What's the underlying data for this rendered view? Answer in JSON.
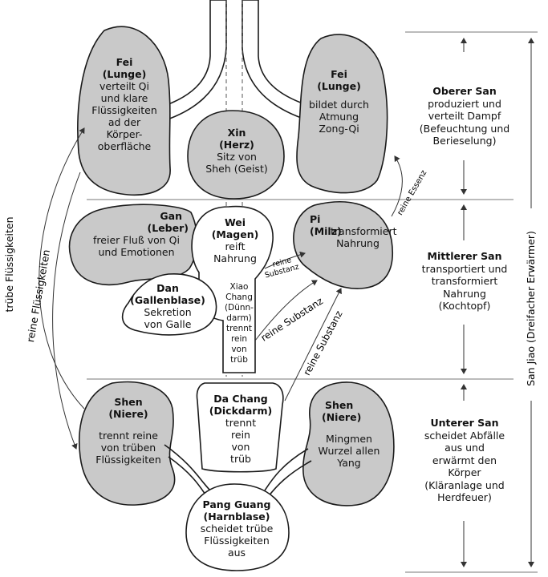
{
  "organs": {
    "fei_left": {
      "name": "Fei",
      "sub": "(Lunge)",
      "desc": [
        "verteilt Qi",
        "und klare",
        "Flüssigkeiten",
        "ad der",
        "Körper-",
        "oberfläche"
      ]
    },
    "fei_right": {
      "name": "Fei",
      "sub": "(Lunge)",
      "desc": [
        "bildet durch",
        "Atmung",
        "Zong-Qi"
      ]
    },
    "xin": {
      "name": "Xin",
      "sub": "(Herz)",
      "desc": [
        "Sitz von",
        "Sheh (Geist)"
      ]
    },
    "gan": {
      "name": "Gan",
      "sub": "(Leber)",
      "desc": [
        "freier Fluß von Qi",
        "und Emotionen"
      ]
    },
    "wei": {
      "name": "Wei",
      "sub": "(Magen)",
      "desc": [
        "reift",
        "Nahrung"
      ]
    },
    "pi": {
      "name": "Pi",
      "sub": "(Milz)",
      "desc": [
        "transformiert",
        "Nahrung"
      ]
    },
    "dan": {
      "name": "Dan",
      "sub": "(Gallenblase)",
      "desc": [
        "Sekretion",
        "von Galle"
      ]
    },
    "xiao_chang": {
      "lines": [
        "Xiao",
        "Chang",
        "(Dünn-",
        "darm)",
        "trennt",
        "rein",
        "von",
        "trüb"
      ]
    },
    "da_chang": {
      "name": "Da Chang",
      "sub": "(Dickdarm)",
      "desc": [
        "trennt",
        "rein",
        "von",
        "trüb"
      ]
    },
    "shen_left": {
      "name": "Shen",
      "sub": "(Niere)",
      "desc": [
        "trennt reine",
        "von trüben",
        "Flüssigkeiten"
      ]
    },
    "shen_right": {
      "name": "Shen",
      "sub": "(Niere)",
      "desc": [
        "Mingmen",
        "Wurzel allen",
        "Yang"
      ]
    },
    "pang_guang": {
      "name": "Pang Guang",
      "sub": "(Harnblase)",
      "desc": [
        "scheidet trübe",
        "Flüssigkeiten",
        "aus"
      ]
    }
  },
  "flows": {
    "truebe": "trübe Flüssigkeiten",
    "reine_fl": "reine Flüssigkeiten",
    "reine_essenz": "reine Essenz",
    "reine_substanz_small": [
      "reine",
      "Substanz"
    ],
    "reine_substanz_mid": "reine Substanz",
    "reine_substanz_low": "reine Substanz"
  },
  "san_jiao": {
    "oberer": {
      "title": "Oberer San",
      "desc": [
        "produziert und",
        "verteilt Dampf",
        "(Befeuchtung und",
        "Berieselung)"
      ]
    },
    "mittlerer": {
      "title": "Mittlerer San",
      "desc": [
        "transportiert und",
        "transformiert",
        "Nahrung",
        "(Kochtopf)"
      ]
    },
    "unterer": {
      "title": "Unterer San",
      "desc": [
        "scheidet Abfälle",
        "aus und",
        "erwärmt den",
        "Körper",
        "(Kläranlage und",
        "Herdfeuer)"
      ]
    },
    "vertical": "San Jiao (Dreifacher Erwärmer)"
  },
  "colors": {
    "organ_fill": "#c9c9c9",
    "outline": "#1a1a1a"
  }
}
